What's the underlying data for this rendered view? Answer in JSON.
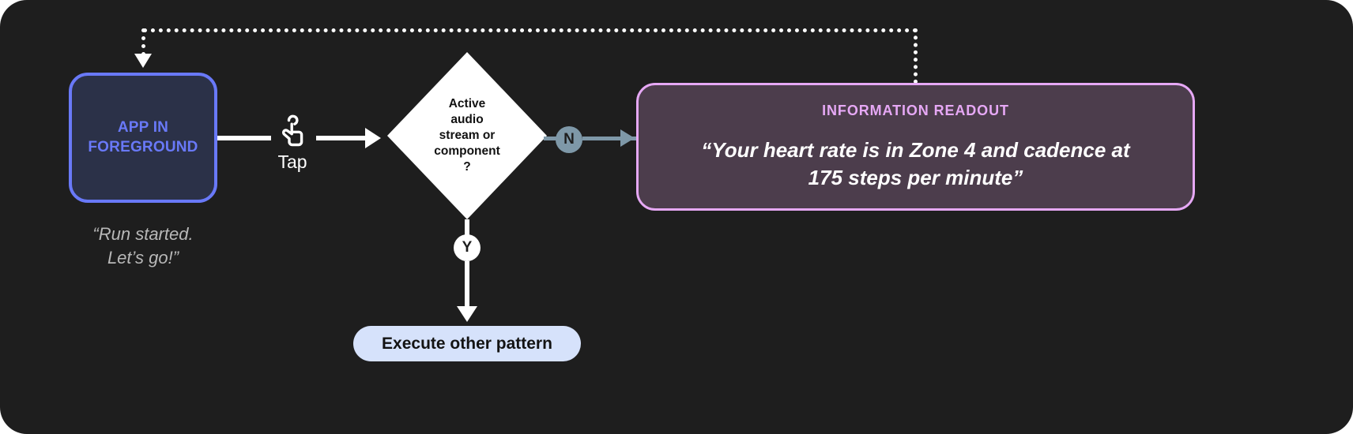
{
  "diagram": {
    "background_color": "#1e1e1e",
    "app_node": {
      "label_line1": "APP IN",
      "label_line2": "FOREGROUND",
      "border_color": "#6979f8",
      "fill_color": "#2b3148",
      "text_color": "#6979f8"
    },
    "app_caption": {
      "line1": "“Run started.",
      "line2": "Let’s go!”"
    },
    "gesture": {
      "icon": "tap-gesture-icon",
      "label": "Tap"
    },
    "decision": {
      "line1": "Active",
      "line2": "audio",
      "line3": "stream or",
      "line4": "component",
      "line5": "?",
      "fill_color": "#ffffff",
      "text_color": "#111111"
    },
    "branches": {
      "no_label": "N",
      "no_color": "#7e98a8",
      "yes_label": "Y",
      "yes_color": "#ffffff"
    },
    "execute_pill": {
      "label": "Execute other pattern",
      "fill_color": "#d6e2fb",
      "text_color": "#131313"
    },
    "readout": {
      "title": "INFORMATION READOUT",
      "body_line1": "“Your heart rate is in Zone 4 and cadence at",
      "body_line2": "175 steps per minute”",
      "border_color": "#e6a8f5",
      "fill_color": "#4c3d4c",
      "title_color": "#e6a8f5"
    },
    "feedback_loop": {
      "style": "dotted",
      "color": "#ffffff"
    }
  }
}
